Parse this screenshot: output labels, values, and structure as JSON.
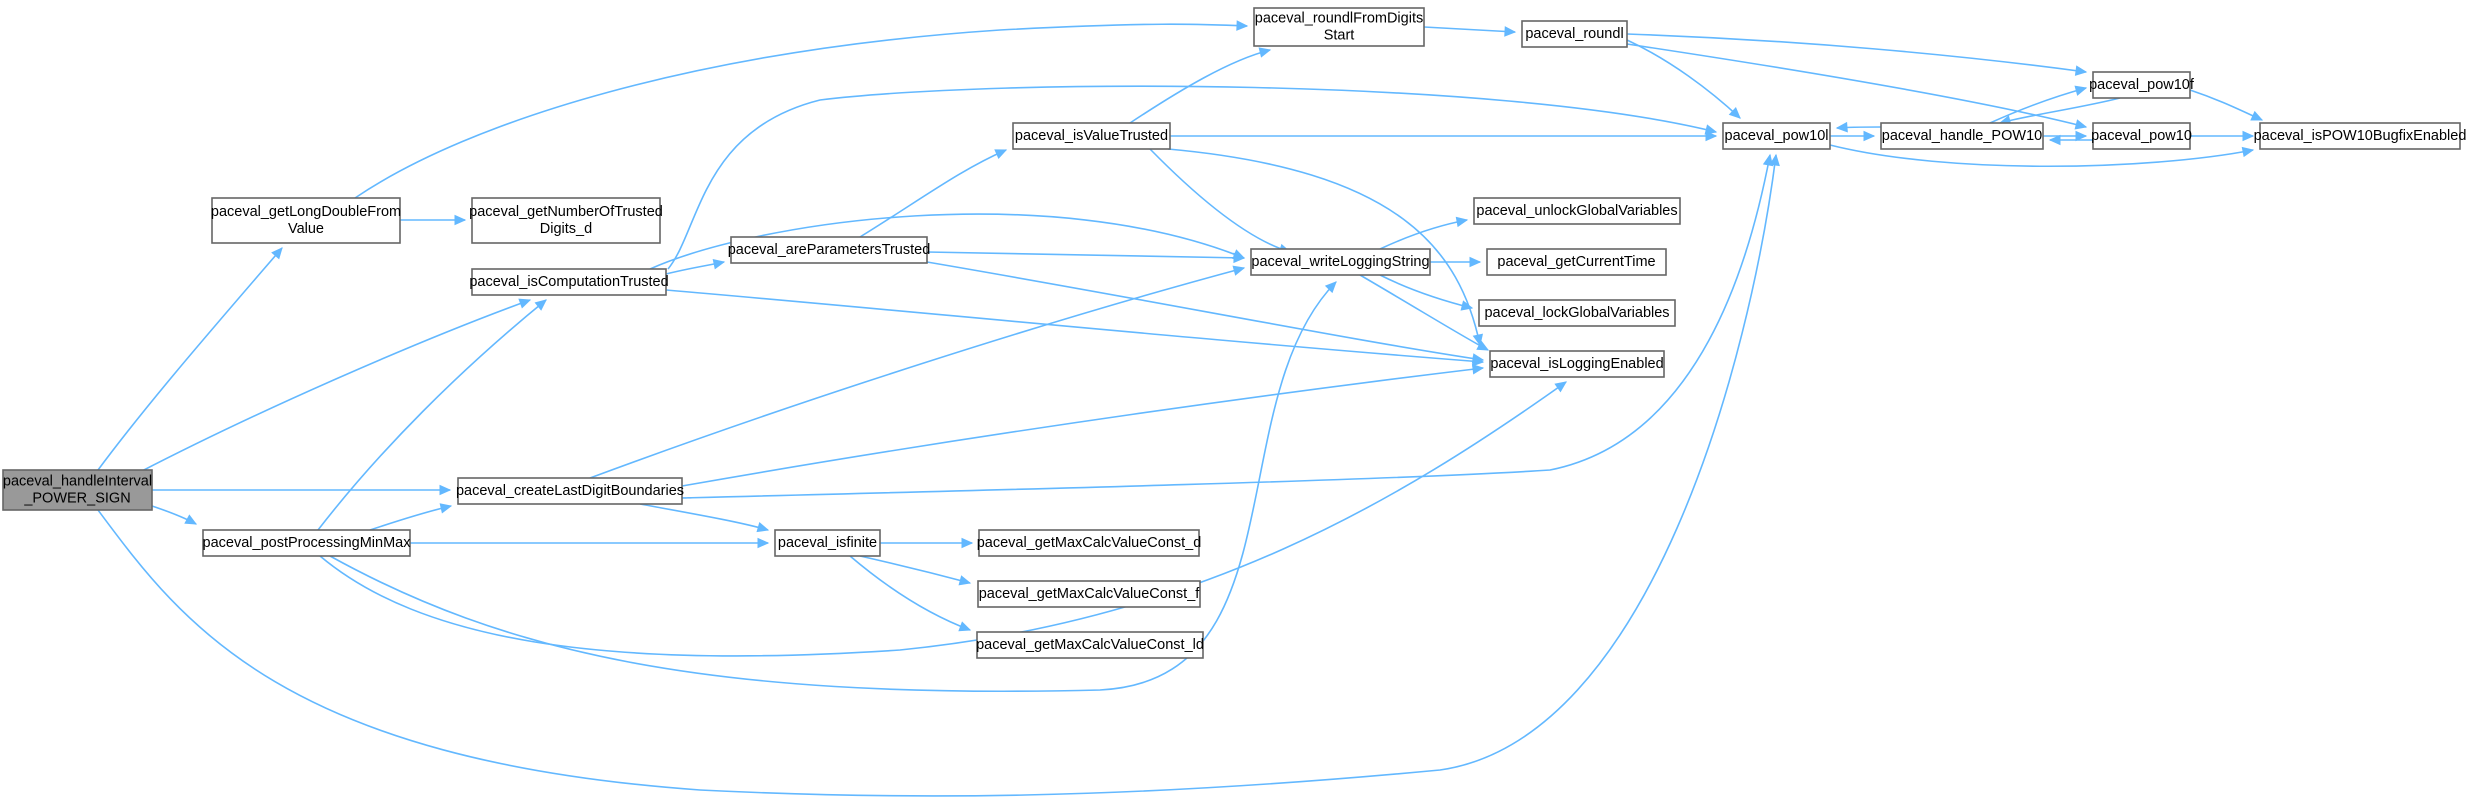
{
  "diagram": {
    "type": "call-graph",
    "nodes": [
      {
        "id": "root",
        "lines": [
          "paceval_handleInterval",
          "_POWER_SIGN"
        ]
      },
      {
        "id": "getLongDouble",
        "lines": [
          "paceval_getLongDoubleFrom",
          "Value"
        ]
      },
      {
        "id": "getNumberTrusted",
        "lines": [
          "paceval_getNumberOfTrusted",
          "Digits_d"
        ]
      },
      {
        "id": "isComputationTrusted",
        "lines": [
          "paceval_isComputationTrusted"
        ]
      },
      {
        "id": "createLastDigit",
        "lines": [
          "paceval_createLastDigitBoundaries"
        ]
      },
      {
        "id": "postProcessing",
        "lines": [
          "paceval_postProcessingMinMax"
        ]
      },
      {
        "id": "areParametersTrusted",
        "lines": [
          "paceval_areParametersTrusted"
        ]
      },
      {
        "id": "isValueTrusted",
        "lines": [
          "paceval_isValueTrusted"
        ]
      },
      {
        "id": "roundlFromDigits",
        "lines": [
          "paceval_roundlFromDigits",
          "Start"
        ]
      },
      {
        "id": "roundl",
        "lines": [
          "paceval_roundl"
        ]
      },
      {
        "id": "isfinite",
        "lines": [
          "paceval_isfinite"
        ]
      },
      {
        "id": "writeLogging",
        "lines": [
          "paceval_writeLoggingString"
        ]
      },
      {
        "id": "unlockGlobal",
        "lines": [
          "paceval_unlockGlobalVariables"
        ]
      },
      {
        "id": "getCurrentTime",
        "lines": [
          "paceval_getCurrentTime"
        ]
      },
      {
        "id": "lockGlobal",
        "lines": [
          "paceval_lockGlobalVariables"
        ]
      },
      {
        "id": "isLoggingEnabled",
        "lines": [
          "paceval_isLoggingEnabled"
        ]
      },
      {
        "id": "getMaxD",
        "lines": [
          "paceval_getMaxCalcValueConst_d"
        ]
      },
      {
        "id": "getMaxF",
        "lines": [
          "paceval_getMaxCalcValueConst_f"
        ]
      },
      {
        "id": "getMaxLd",
        "lines": [
          "paceval_getMaxCalcValueConst_ld"
        ]
      },
      {
        "id": "pow10l",
        "lines": [
          "paceval_pow10l"
        ]
      },
      {
        "id": "handlePOW10",
        "lines": [
          "paceval_handle_POW10"
        ]
      },
      {
        "id": "pow10f",
        "lines": [
          "paceval_pow10f"
        ]
      },
      {
        "id": "pow10",
        "lines": [
          "paceval_pow10"
        ]
      },
      {
        "id": "isPOW10Bugfix",
        "lines": [
          "paceval_isPOW10BugfixEnabled"
        ]
      }
    ],
    "edges": [
      {
        "from": "root",
        "to": "getLongDouble"
      },
      {
        "from": "root",
        "to": "isComputationTrusted"
      },
      {
        "from": "root",
        "to": "createLastDigit"
      },
      {
        "from": "root",
        "to": "postProcessing"
      },
      {
        "from": "root",
        "to": "pow10l"
      },
      {
        "from": "getLongDouble",
        "to": "getNumberTrusted"
      },
      {
        "from": "getLongDouble",
        "to": "roundlFromDigits"
      },
      {
        "from": "isComputationTrusted",
        "to": "areParametersTrusted"
      },
      {
        "from": "isComputationTrusted",
        "to": "writeLogging"
      },
      {
        "from": "isComputationTrusted",
        "to": "isLoggingEnabled"
      },
      {
        "from": "isComputationTrusted",
        "to": "pow10l"
      },
      {
        "from": "areParametersTrusted",
        "to": "isValueTrusted"
      },
      {
        "from": "areParametersTrusted",
        "to": "writeLogging"
      },
      {
        "from": "areParametersTrusted",
        "to": "isLoggingEnabled"
      },
      {
        "from": "isValueTrusted",
        "to": "roundlFromDigits"
      },
      {
        "from": "isValueTrusted",
        "to": "pow10l"
      },
      {
        "from": "isValueTrusted",
        "to": "writeLogging"
      },
      {
        "from": "isValueTrusted",
        "to": "isLoggingEnabled"
      },
      {
        "from": "roundlFromDigits",
        "to": "roundl"
      },
      {
        "from": "roundl",
        "to": "pow10l"
      },
      {
        "from": "roundl",
        "to": "pow10f"
      },
      {
        "from": "roundl",
        "to": "pow10"
      },
      {
        "from": "pow10l",
        "to": "handlePOW10"
      },
      {
        "from": "pow10l",
        "to": "isPOW10Bugfix"
      },
      {
        "from": "handlePOW10",
        "to": "pow10l"
      },
      {
        "from": "handlePOW10",
        "to": "pow10f"
      },
      {
        "from": "handlePOW10",
        "to": "pow10"
      },
      {
        "from": "pow10f",
        "to": "handlePOW10"
      },
      {
        "from": "pow10f",
        "to": "isPOW10Bugfix"
      },
      {
        "from": "pow10",
        "to": "handlePOW10"
      },
      {
        "from": "pow10",
        "to": "isPOW10Bugfix"
      },
      {
        "from": "createLastDigit",
        "to": "writeLogging"
      },
      {
        "from": "createLastDigit",
        "to": "isLoggingEnabled"
      },
      {
        "from": "createLastDigit",
        "to": "pow10l"
      },
      {
        "from": "createLastDigit",
        "to": "isfinite"
      },
      {
        "from": "postProcessing",
        "to": "isComputationTrusted"
      },
      {
        "from": "postProcessing",
        "to": "createLastDigit"
      },
      {
        "from": "postProcessing",
        "to": "isfinite"
      },
      {
        "from": "postProcessing",
        "to": "writeLogging"
      },
      {
        "from": "postProcessing",
        "to": "isLoggingEnabled"
      },
      {
        "from": "isfinite",
        "to": "getMaxD"
      },
      {
        "from": "isfinite",
        "to": "getMaxF"
      },
      {
        "from": "isfinite",
        "to": "getMaxLd"
      },
      {
        "from": "writeLogging",
        "to": "unlockGlobal"
      },
      {
        "from": "writeLogging",
        "to": "getCurrentTime"
      },
      {
        "from": "writeLogging",
        "to": "lockGlobal"
      },
      {
        "from": "writeLogging",
        "to": "isLoggingEnabled"
      }
    ]
  },
  "colors": {
    "edge": "#63b8ff",
    "node_border": "#666666",
    "node_fill": "#ffffff",
    "root_fill": "#999999"
  }
}
